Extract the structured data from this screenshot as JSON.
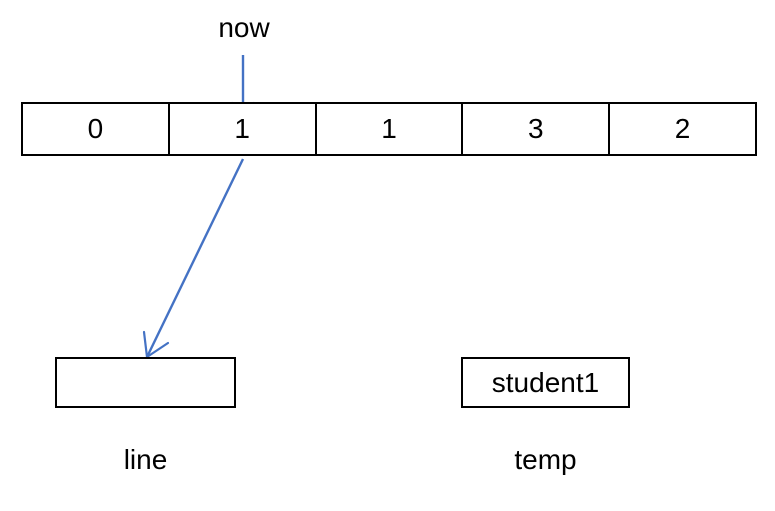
{
  "diagram": {
    "title": "array pointer and variable boxes",
    "background_color": "#ffffff",
    "line_color": "#000000",
    "arrow_color": "#4472C4"
  },
  "pointer": {
    "label": "now",
    "points_to_index": 1
  },
  "array": {
    "cells": [
      {
        "value": "0"
      },
      {
        "value": "1"
      },
      {
        "value": "1"
      },
      {
        "value": "3"
      },
      {
        "value": "2"
      }
    ]
  },
  "variables": [
    {
      "name": "line-box",
      "value": "",
      "caption": "line"
    },
    {
      "name": "temp-box",
      "value": "student1",
      "caption": "temp"
    }
  ],
  "arrows": [
    {
      "name": "now-to-cell-arrow",
      "from": "now",
      "to": "array cell index 1"
    },
    {
      "name": "cell-to-line-arrow",
      "from": "array cell index 1",
      "to": "line box"
    }
  ]
}
